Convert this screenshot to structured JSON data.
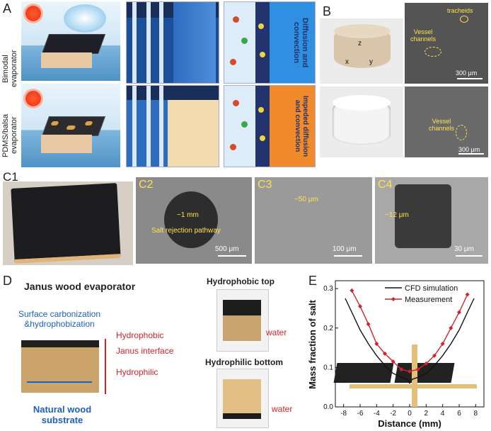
{
  "panels": {
    "A": {
      "label": "A",
      "bimodal": "Bimodal evaporator",
      "pdms": "PDMS/balsa evaporator",
      "top_box": "Diffusion and convection",
      "bottom_box": "Impeded diffusion and convection",
      "colors": {
        "blue_box": "#2f8fe0",
        "orange_box": "#f08a2a",
        "dark_blue": "#22336e"
      }
    },
    "B": {
      "label": "B",
      "tracheids": "tracheids",
      "vessel1": "Vessel channels",
      "vessel2": "Vessel channels",
      "scale1": "300 μm",
      "scale2": "300 μm",
      "axes": {
        "z": "z",
        "x": "x",
        "y": "y"
      }
    },
    "C1": {
      "label": "C1"
    },
    "C2": {
      "label": "C2",
      "size": "~1 mm",
      "pathway": "Salt rejection pathway",
      "scale": "500 μm"
    },
    "C3": {
      "label": "C3",
      "size": "~50 μm",
      "scale": "100 μm"
    },
    "C4": {
      "label": "C4",
      "size": "~12 μm",
      "scale": "30 μm"
    },
    "D": {
      "label": "D",
      "title": "Janus wood evaporator",
      "surface": "Surface carbonization &hydrophobization",
      "hydrophobic": "Hydrophobic",
      "janus": "Janus interface",
      "hydrophilic": "Hydrophilic",
      "natural": "Natural wood substrate",
      "top_title": "Hydrophobic top",
      "bottom_title": "Hydrophilic bottom",
      "water1": "water",
      "water2": "water"
    },
    "E": {
      "label": "E"
    }
  },
  "chart_data": {
    "type": "line",
    "xlabel": "Distance (mm)",
    "ylabel": "Mass fraction of salt",
    "xlim": [
      -9,
      9
    ],
    "ylim": [
      0,
      0.32
    ],
    "xticks": [
      -8,
      -6,
      -4,
      -2,
      0,
      2,
      4,
      6,
      8
    ],
    "yticks": [
      0.0,
      0.1,
      0.2,
      0.3
    ],
    "legend_position": "top-right",
    "series": [
      {
        "name": "CFD simulation",
        "color": "#111111",
        "x": [
          -7.8,
          -7,
          -6,
          -5,
          -4,
          -3,
          -2,
          -1,
          -0.3,
          0,
          0.3,
          1,
          2,
          3,
          4,
          5,
          6,
          7,
          7.8
        ],
        "y": [
          0.275,
          0.24,
          0.195,
          0.16,
          0.13,
          0.105,
          0.085,
          0.075,
          0.07,
          0.06,
          0.07,
          0.075,
          0.085,
          0.105,
          0.13,
          0.16,
          0.195,
          0.24,
          0.275
        ]
      },
      {
        "name": "Measurement",
        "color": "#d3232a",
        "x": [
          -7,
          -6,
          -5,
          -4,
          -3,
          -2,
          -1,
          0,
          1,
          2,
          3,
          4,
          5,
          6,
          7
        ],
        "y": [
          0.295,
          0.255,
          0.21,
          0.16,
          0.135,
          0.115,
          0.095,
          0.09,
          0.095,
          0.11,
          0.13,
          0.16,
          0.2,
          0.24,
          0.285
        ]
      }
    ]
  }
}
